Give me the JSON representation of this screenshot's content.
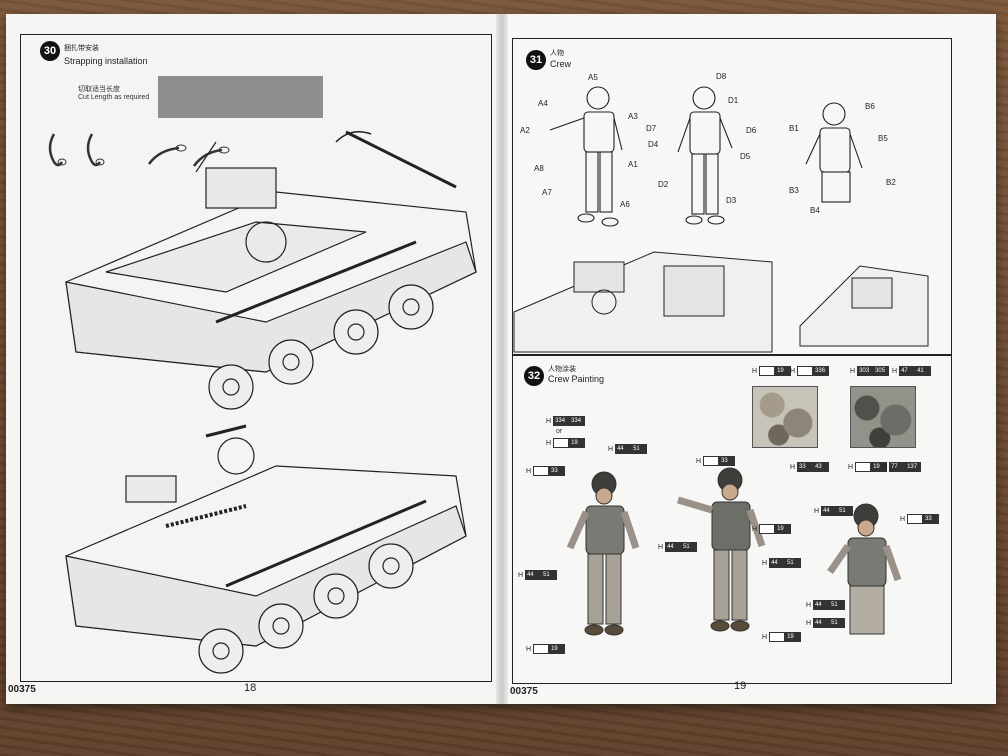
{
  "left_page": {
    "step_number": "30",
    "step_title_cn": "捆扎带安装",
    "step_title_en": "Strapping installation",
    "cut_cn": "切取适当长度",
    "cut_en": "Cut Length as required",
    "product_code": "00375",
    "page_number": "18"
  },
  "right_page": {
    "crew": {
      "step_number": "31",
      "title_cn": "人物",
      "title_en": "Crew",
      "figure1_parts": [
        "A5",
        "A4",
        "A2",
        "A3",
        "A8",
        "A7",
        "A6",
        "A1"
      ],
      "figure2_parts": [
        "D8",
        "D1",
        "D7",
        "D4",
        "D6",
        "D5",
        "D2",
        "D3"
      ],
      "figure3_parts": [
        "B6",
        "B1",
        "B5",
        "B3",
        "B2",
        "B4"
      ]
    },
    "painting": {
      "step_number": "32",
      "title_cn": "人物涂装",
      "title_en": "Crew Painting",
      "or_text": "or",
      "h": "H",
      "codes": [
        "334",
        "19",
        "51",
        "33",
        "44",
        "336",
        "43",
        "303",
        "305",
        "47",
        "41",
        "77",
        "137"
      ]
    },
    "product_code": "00375",
    "page_number": "19"
  }
}
